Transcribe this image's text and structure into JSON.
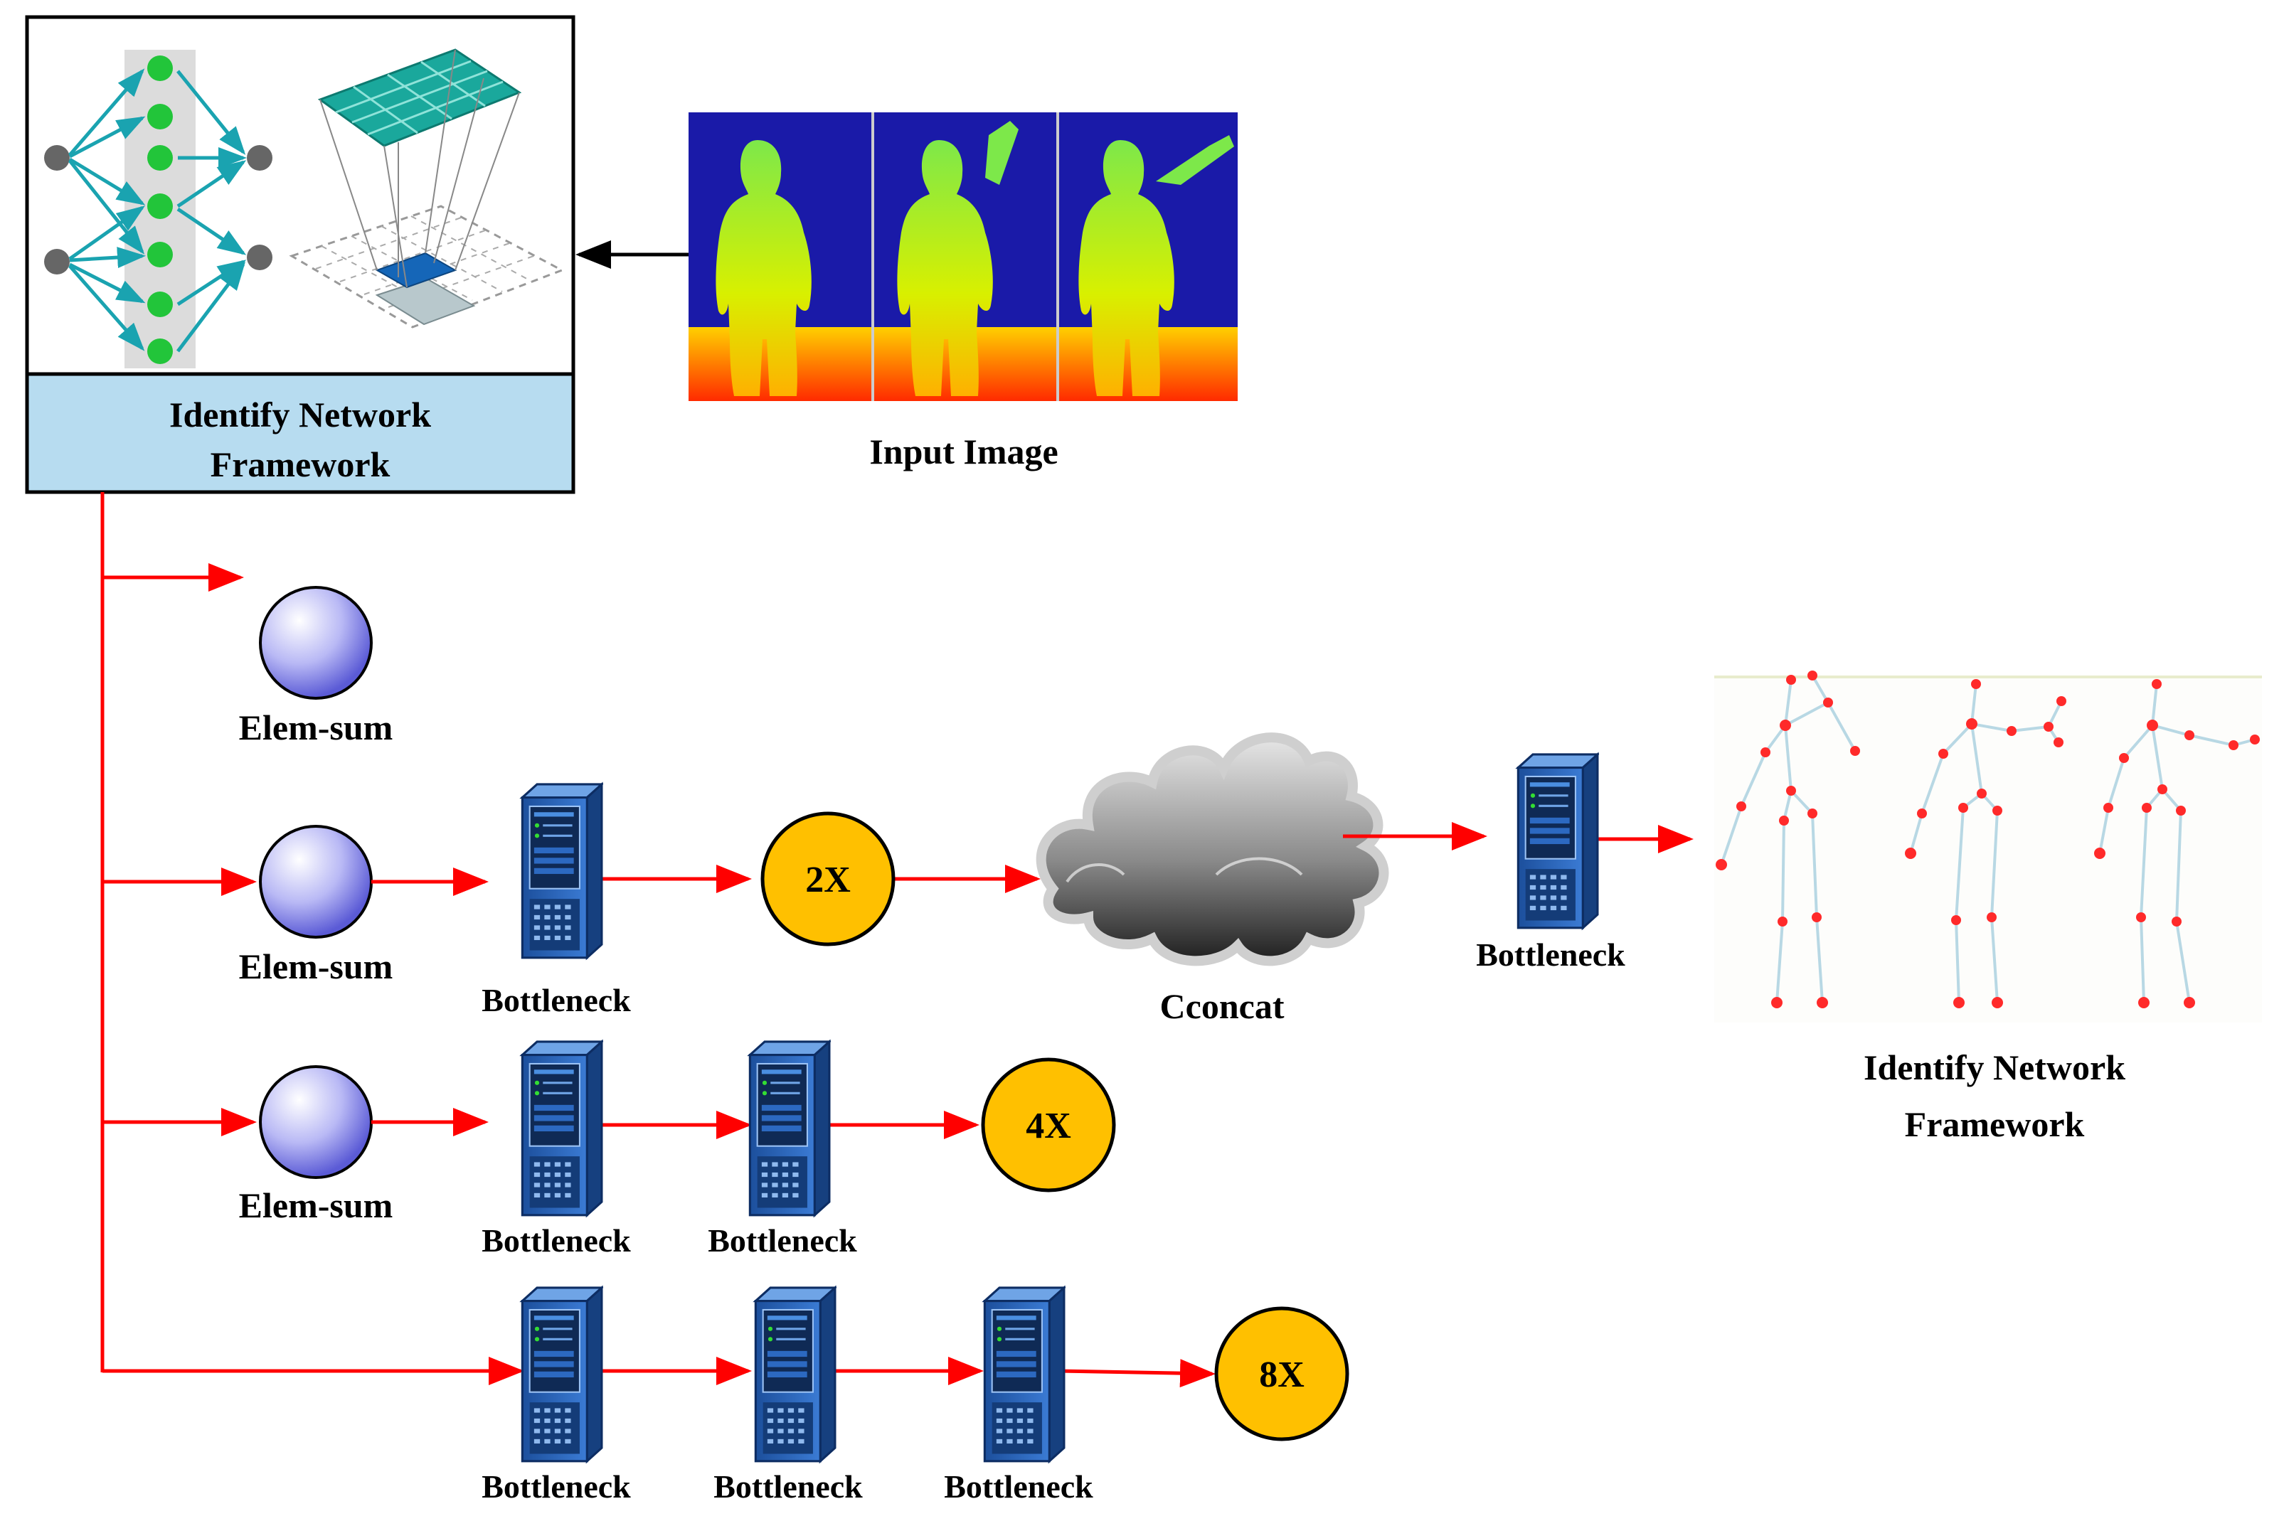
{
  "framework_box": {
    "title_line1": "Identify Network",
    "title_line2": "Framework"
  },
  "input_image": {
    "label": "Input Image"
  },
  "elem_sum": {
    "label": "Elem-sum"
  },
  "bottleneck": {
    "label": "Bottleneck"
  },
  "upsample": {
    "x2": "2X",
    "x4": "4X",
    "x8": "8X"
  },
  "concat": {
    "label": "Cconcat"
  },
  "output": {
    "title_line1": "Identify Network",
    "title_line2": "Framework"
  },
  "colors": {
    "arrow": "#ff0000",
    "upsample_fill": "#ffc000",
    "framework_header": "#b7dcf0",
    "depth_background": "#1a1aa8"
  }
}
